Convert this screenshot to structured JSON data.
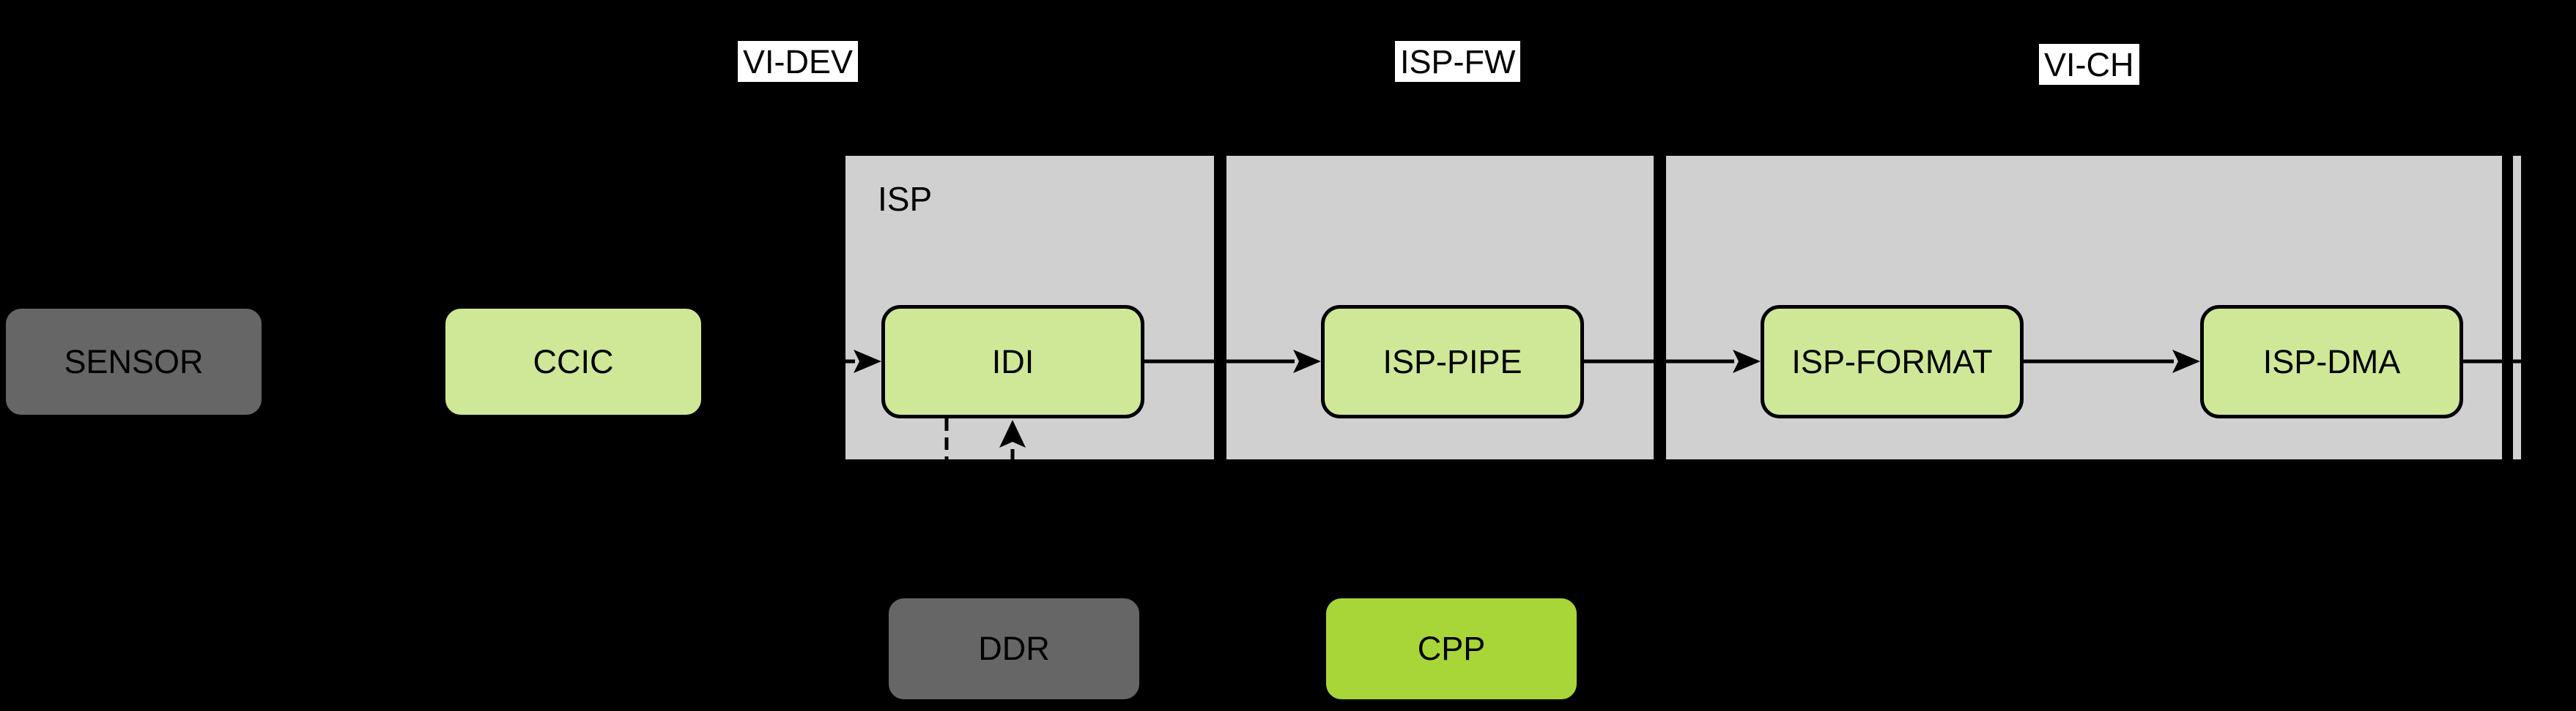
{
  "labels": {
    "vi_dev": "VI-DEV",
    "isp_fw": "ISP-FW",
    "vi_ch": "VI-CH",
    "isp": "ISP",
    "sensor": "SENSOR",
    "ccic": "CCIC",
    "idi": "IDI",
    "isp_pipe": "ISP-PIPE",
    "isp_format": "ISP-FORMAT",
    "isp_dma": "ISP-DMA",
    "ddr": "DDR",
    "cpp": "CPP"
  },
  "colors": {
    "background": "#000000",
    "container_fill": "#d0d0d0",
    "node_green": "#cfe897",
    "node_green_bright": "#a8d638",
    "node_gray": "#666666",
    "edge": "#000000",
    "region_label_bg": "#ffffff",
    "text": "#000000"
  }
}
